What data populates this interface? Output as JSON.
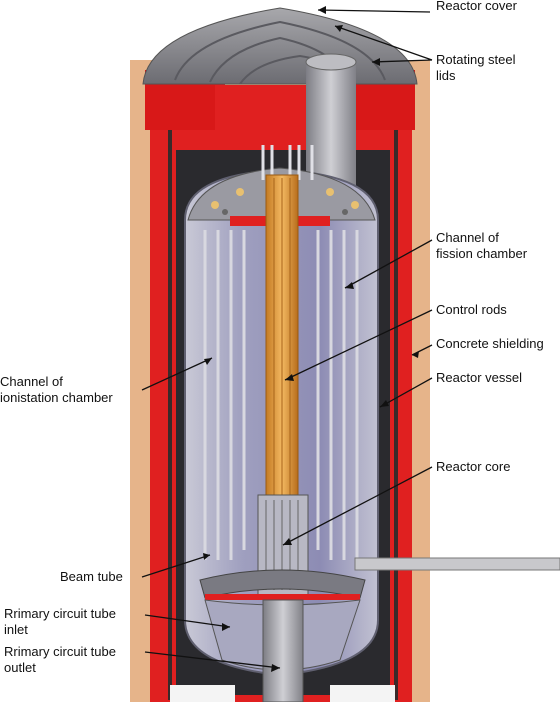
{
  "labels": {
    "reactor_cover": "Reactor cover",
    "rotating_lids": [
      "Rotating steel",
      "lids"
    ],
    "fission_channel": [
      "Channel of",
      "fission chamber"
    ],
    "control_rods": "Control rods",
    "concrete": "Concrete shielding",
    "vessel": "Reactor vessel",
    "ionisation_channel": [
      "Channel of",
      "ionistation chamber"
    ],
    "core": "Reactor core",
    "beam_tube": "Beam tube",
    "inlet": [
      "Rrimary circuit tube",
      "inlet"
    ],
    "outlet": [
      "Rrimary circuit tube",
      "outlet"
    ]
  },
  "colors": {
    "concrete": "#e6b48a",
    "red_shield": "#e02020",
    "steel": "#8f8f95",
    "vessel_interior": "#a7a6c8",
    "rod": "#e8a040"
  }
}
